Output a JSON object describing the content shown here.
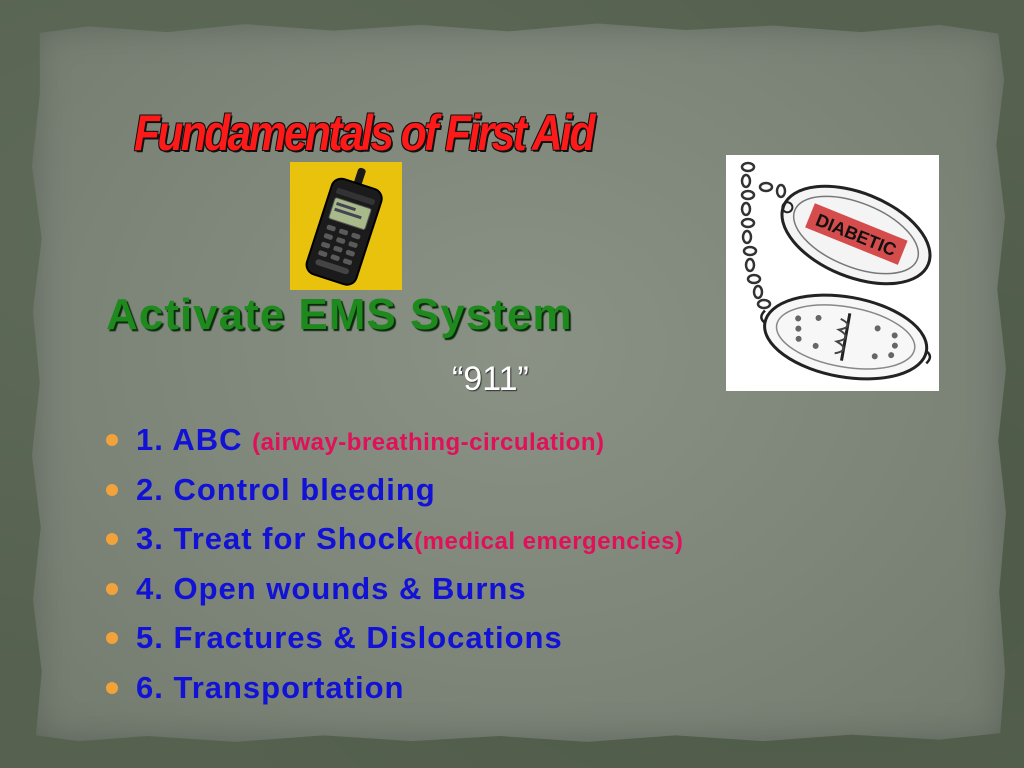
{
  "slide": {
    "title": "Fundamentals of First Aid",
    "subheading": "Activate EMS System",
    "emergency_number": "“911”",
    "steps": [
      {
        "label": "1. ABC ",
        "note": "(airway-breathing-circulation)"
      },
      {
        "label": "2. Control bleeding",
        "note": ""
      },
      {
        "label": "3. Treat for Shock",
        "note": "(medical emergencies)"
      },
      {
        "label": "4. Open wounds & Burns",
        "note": ""
      },
      {
        "label": "5. Fractures & Dislocations",
        "note": ""
      },
      {
        "label": "6. Transportation",
        "note": ""
      }
    ],
    "bracelet_tag_text": "DIABETIC"
  },
  "icons": {
    "phone": "cell-phone-icon",
    "bracelet": "medical-alert-bracelet-icon",
    "bullet": "bullet-dot-icon"
  },
  "colors": {
    "title": "#ff1a1a",
    "subheading": "#1e8a1e",
    "step_text": "#1212d6",
    "step_note": "#e0105a",
    "bullet": "#f2a23a",
    "phone_background": "#e8c20c"
  }
}
